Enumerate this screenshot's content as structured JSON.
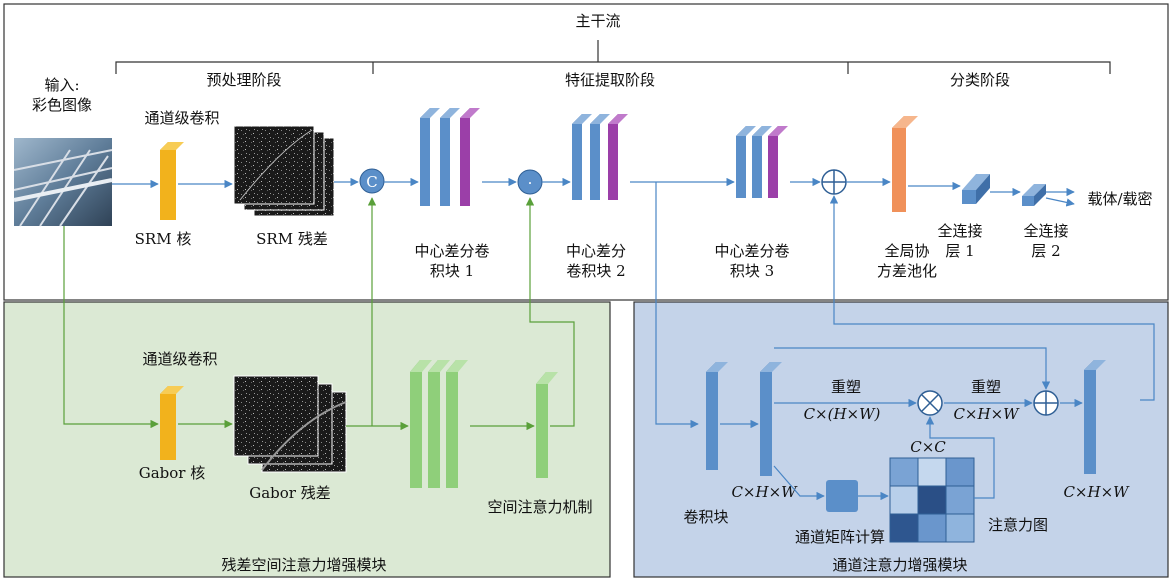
{
  "trunk": {
    "title": "主干流",
    "stages": [
      "预处理阶段",
      "特征提取阶段",
      "分类阶段"
    ]
  },
  "input_label": [
    "输入:",
    "彩色图像"
  ],
  "top_branch": {
    "conv_label": "通道级卷积",
    "srm_kernel": "SRM 核",
    "srm_residual": "SRM 残差",
    "concat_symbol": "C",
    "dot_symbol": "·",
    "cdc1": [
      "中心差分卷",
      "积块 1"
    ],
    "cdc2": [
      "中心差分",
      "卷积块 2"
    ],
    "cdc3": [
      "中心差分卷",
      "积块 3"
    ],
    "gcp": [
      "全局协",
      "方差池化"
    ],
    "fc1": [
      "全连接",
      "层 1"
    ],
    "fc2": [
      "全连接",
      "层 2"
    ],
    "output": "载体/载密"
  },
  "residual_module": {
    "title": "残差空间注意力增强模块",
    "conv_label": "通道级卷积",
    "gabor_kernel": "Gabor 核",
    "gabor_residual": "Gabor 残差",
    "spatial_attention": "空间注意力机制"
  },
  "channel_module": {
    "title": "通道注意力增强模块",
    "conv_block": "卷积块",
    "reshape1": "重塑",
    "reshape2": "重塑",
    "dim_chw1": "C×H×W",
    "dim_c_hw": "C×(H×W)",
    "dim_chw2": "C×H×W",
    "dim_chw3": "C×H×W",
    "dim_cc": "C×C",
    "matrix_calc": "通道矩阵计算",
    "attention_map": "注意力图"
  },
  "colors": {
    "blue_block": "#5b8fc9",
    "purple_block": "#9b3fa8",
    "orange_kernel": "#f2b21c",
    "green_block": "#8fcf7a",
    "salmon_block": "#f0915a",
    "green_panel": "#dbe9d4",
    "blue_panel": "#c4d3e9",
    "arrow": "#4a86c5",
    "green_arrow": "#5aa03a"
  }
}
